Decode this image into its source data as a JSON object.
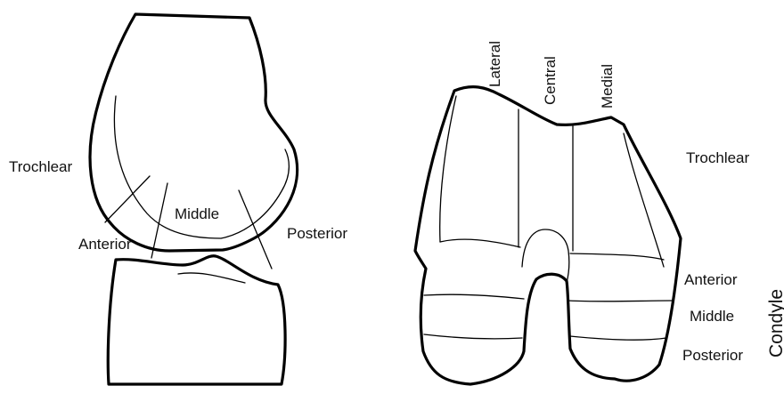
{
  "diagram": {
    "left_view": {
      "labels": {
        "trochlear": "Trochlear",
        "middle": "Middle",
        "anterior": "Anterior",
        "posterior": "Posterior"
      }
    },
    "right_view": {
      "labels": {
        "lateral": "Lateral",
        "central": "Central",
        "medial": "Medial",
        "trochlear": "Trochlear",
        "anterior": "Anterior",
        "middle": "Middle",
        "posterior": "Posterior",
        "condyle": "Condyle"
      }
    }
  }
}
